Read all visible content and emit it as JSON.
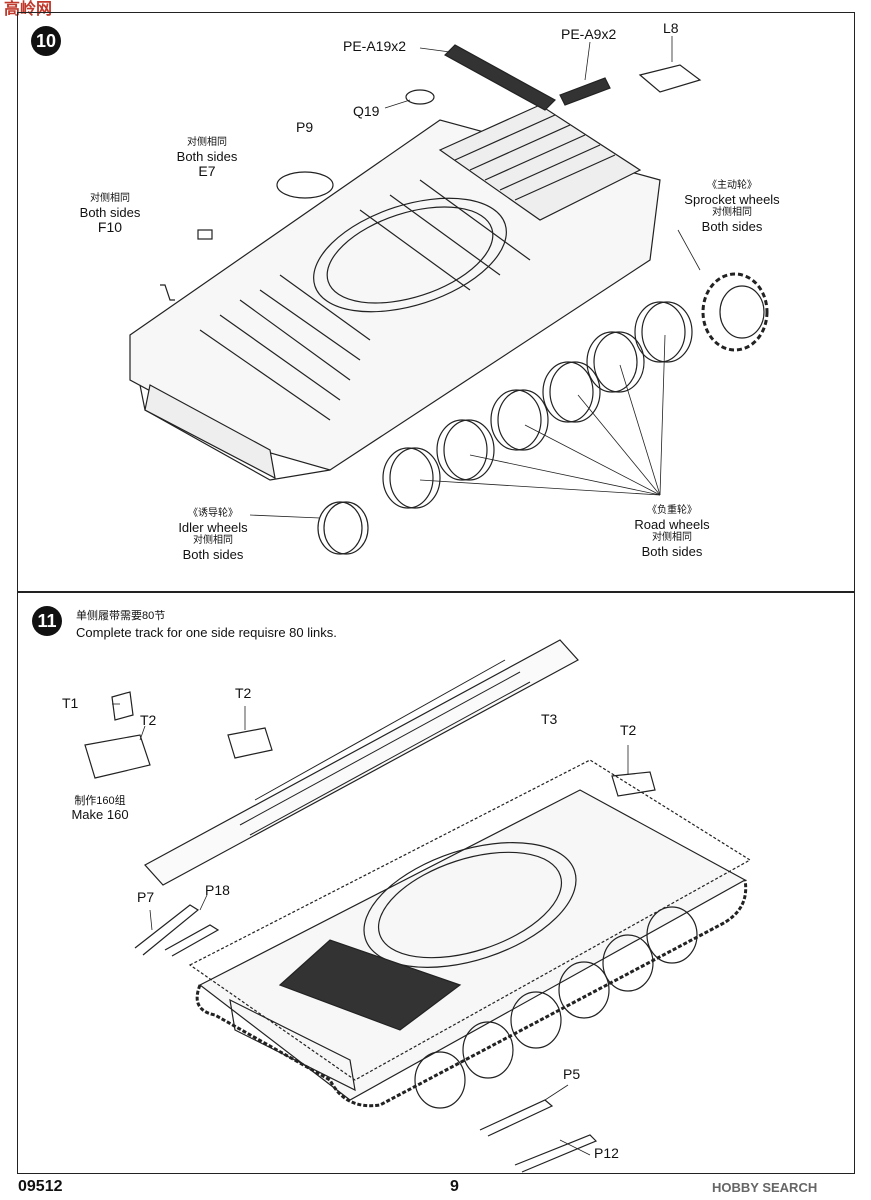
{
  "watermark_top": "高岭网",
  "watermark_bottom": "HOBBY SEARCH",
  "step10": {
    "number": "10",
    "labels": {
      "pe_a19": "PE-A19x2",
      "pe_a9": "PE-A9x2",
      "l8": "L8",
      "q19": "Q19",
      "p9": "P9",
      "e7_cn": "对侧相同",
      "e7_en": "Both sides",
      "e7": "E7",
      "f10_cn": "对侧相同",
      "f10_en": "Both sides",
      "f10": "F10",
      "sprocket_cn": "《主动轮》",
      "sprocket_en": "Sprocket wheels",
      "sprocket_cn2": "对侧相同",
      "sprocket_en2": "Both sides",
      "idler_cn": "《诱导轮》",
      "idler_en": "Idler wheels",
      "idler_cn2": "对侧相同",
      "idler_en2": "Both sides",
      "road_cn": "《负重轮》",
      "road_en": "Road  wheels",
      "road_cn2": "对侧相同",
      "road_en2": "Both sides"
    }
  },
  "step11": {
    "number": "11",
    "title_cn": "单侧履带需要80节",
    "title_en": "Complete track for one side requisre 80 links.",
    "labels": {
      "t1": "T1",
      "t2a": "T2",
      "t2b": "T2",
      "t2c": "T2",
      "t3": "T3",
      "make_cn": "制作160组",
      "make_en": "Make 160",
      "p7": "P7",
      "p18": "P18",
      "p5": "P5",
      "p12": "P12"
    }
  },
  "footer": {
    "code": "09512",
    "page": "9"
  }
}
